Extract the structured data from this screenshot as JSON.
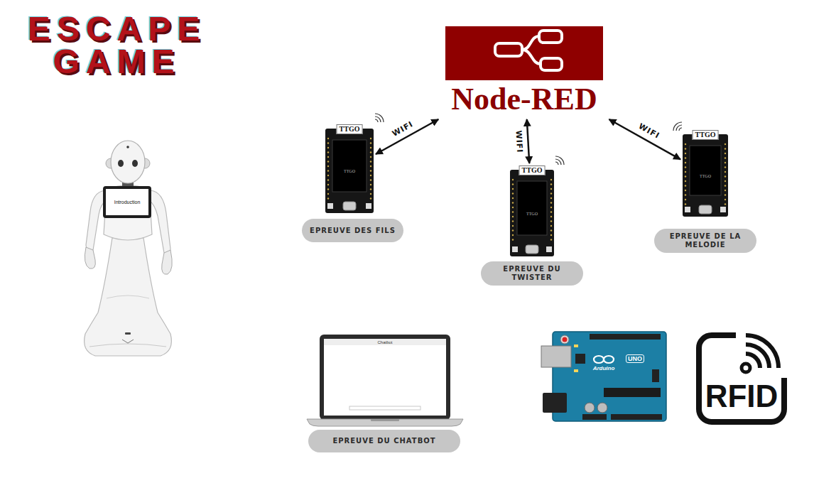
{
  "diagram": {
    "title": "ESCAPE GAME",
    "nodes": [
      {
        "text": [
          "Node-RED"
        ]
      },
      {
        "text": [
          "TTGO"
        ]
      },
      {
        "text": [
          "EPREUVE DES FILS"
        ]
      },
      {
        "text": [
          "TTGO"
        ]
      },
      {
        "text": [
          "EPREUVE DU TWISTER"
        ]
      },
      {
        "text": [
          "TTGO"
        ]
      },
      {
        "text": [
          "EPREUVE DE LA MELODIE"
        ]
      },
      {
        "text": [
          "EPREUVE DU CHATBOT"
        ]
      }
    ],
    "edges": [
      {
        "from": 0,
        "to": 1,
        "label": "WIFI",
        "arrow": "both"
      },
      {
        "from": 0,
        "to": 3,
        "label": "WIFI",
        "arrow": "both"
      },
      {
        "from": 0,
        "to": 5,
        "label": "WIFI",
        "arrow": "both"
      }
    ],
    "labels": [
      "Introduction",
      "TTGO",
      "TTGO",
      "TTGO",
      "Chatbot",
      "Arduino",
      "UNO",
      "RFID"
    ]
  }
}
